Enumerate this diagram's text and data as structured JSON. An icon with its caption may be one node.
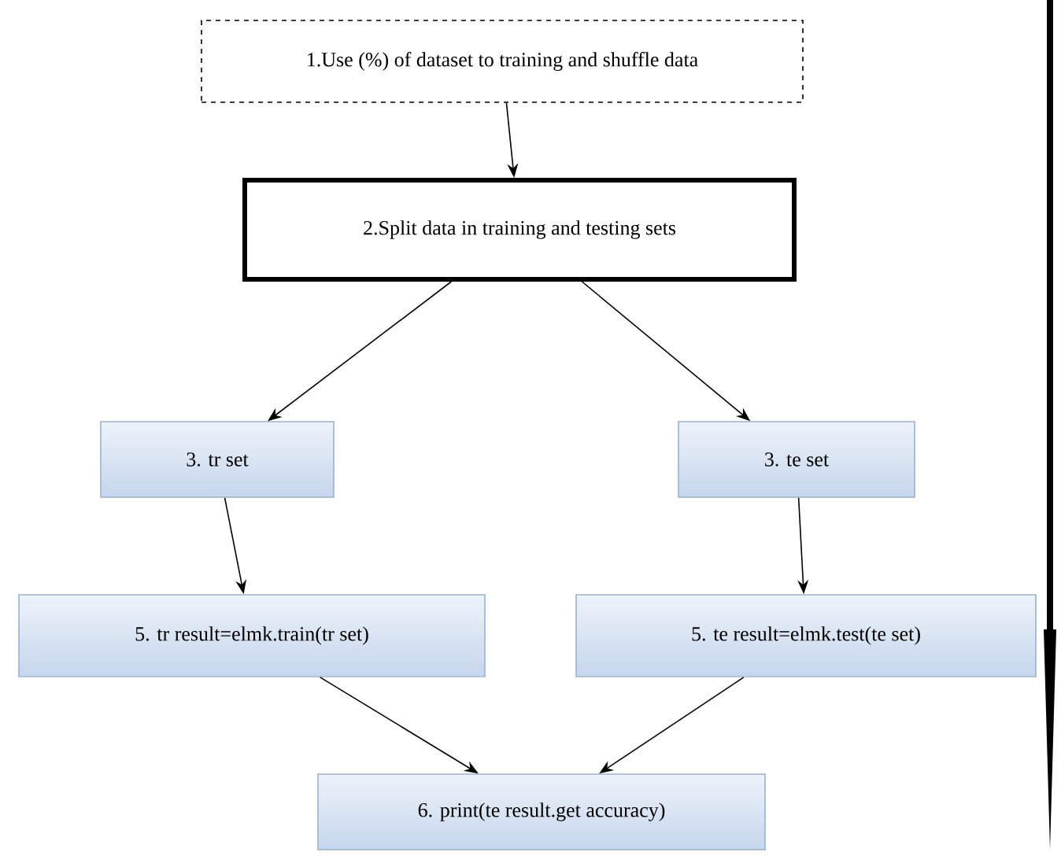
{
  "diagram": {
    "nodes": [
      {
        "text": [
          "1.Use (%) of dataset to training and shuffle data"
        ]
      },
      {
        "text": [
          "2.Split data in training and testing sets"
        ]
      },
      {
        "text": [
          "3. tr set"
        ]
      },
      {
        "text": [
          "3. te set"
        ]
      },
      {
        "text": [
          "5. tr result=elmk.train(tr set)"
        ]
      },
      {
        "text": [
          "5. te result=elmk.test(te set)"
        ]
      },
      {
        "text": [
          "6. print(te result.get accuracy)"
        ]
      }
    ],
    "edges": [
      {
        "from": 0,
        "to": 1,
        "arrow": "to"
      },
      {
        "from": 1,
        "to": 2,
        "arrow": "to"
      },
      {
        "from": 1,
        "to": 3,
        "arrow": "to"
      },
      {
        "from": 2,
        "to": 4,
        "arrow": "to"
      },
      {
        "from": 3,
        "to": 5,
        "arrow": "to"
      },
      {
        "from": 4,
        "to": 6,
        "arrow": "to"
      },
      {
        "from": 5,
        "to": 6,
        "arrow": "to"
      }
    ]
  }
}
